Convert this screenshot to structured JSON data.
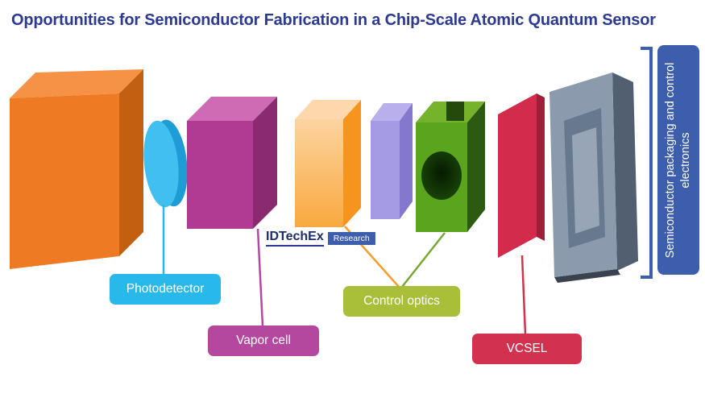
{
  "title": "Opportunities for Semiconductor Fabrication in a Chip-Scale Atomic Quantum Sensor",
  "title_color": "#2c3a90",
  "callouts": {
    "photodetector": {
      "label": "Photodetector",
      "color": "#29b8ea"
    },
    "vapor_cell": {
      "label": "Vapor cell",
      "color": "#b4489e"
    },
    "control_optics": {
      "label": "Control optics",
      "color": "#a9bf3a"
    },
    "vcsel": {
      "label": "VCSEL",
      "color": "#d23250"
    },
    "packaging": {
      "label": "Semiconductor packaging and control electronics",
      "color": "#3d5dad"
    }
  },
  "components": [
    {
      "name": "photodetector-assembly-block",
      "color": "#ee7a23"
    },
    {
      "name": "photodetector-disc",
      "color": "#41bff0"
    },
    {
      "name": "vapor-cell-cube",
      "color": "#b13b92"
    },
    {
      "name": "control-optics-slab",
      "color": "#f9a93f"
    },
    {
      "name": "control-optics-waveplate",
      "color": "#a59be4"
    },
    {
      "name": "control-optics-mount",
      "color": "#5ba51e"
    },
    {
      "name": "vcsel-die",
      "color": "#d22b4c"
    },
    {
      "name": "package-frame",
      "color": "#8b9aad"
    }
  ],
  "logo": {
    "brand": "IDTechEx",
    "subtitle": "Research"
  }
}
